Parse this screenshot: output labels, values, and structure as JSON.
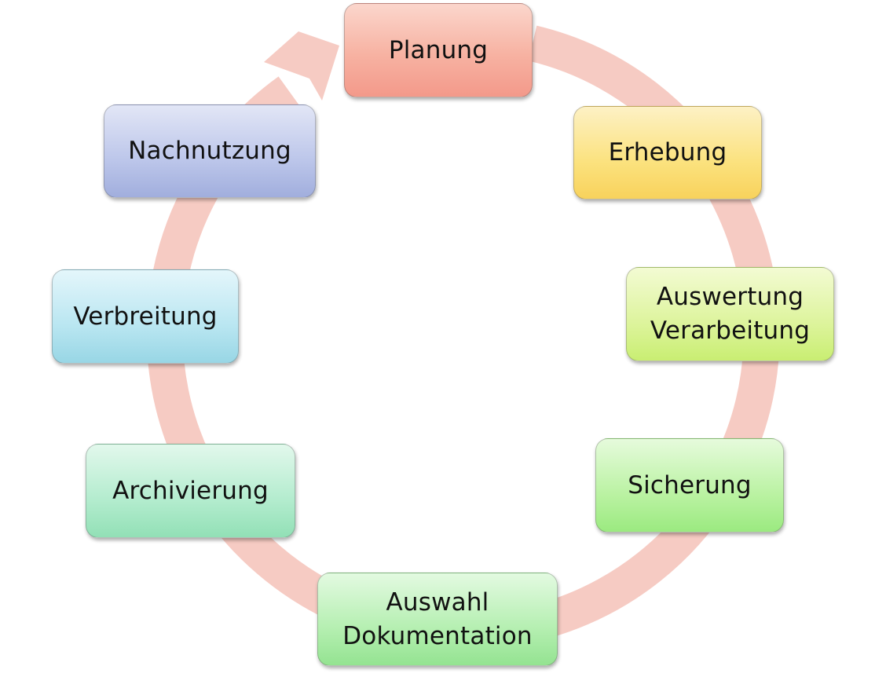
{
  "stages": [
    {
      "id": "planung",
      "label": "Planung"
    },
    {
      "id": "erhebung",
      "label": "Erhebung"
    },
    {
      "id": "auswertung",
      "label": "Auswertung\nVerarbeitung"
    },
    {
      "id": "sicherung",
      "label": "Sicherung"
    },
    {
      "id": "auswahl",
      "label": "Auswahl\nDokumentation"
    },
    {
      "id": "archivierung",
      "label": "Archivierung"
    },
    {
      "id": "verbreitung",
      "label": "Verbreitung"
    },
    {
      "id": "nachnutzung",
      "label": "Nachnutzung"
    }
  ],
  "colors": {
    "cycle_arrow": "#f6cbc3",
    "planung": "#f7b2a2",
    "erhebung": "#fbe27e",
    "auswertung": "#ddf49c",
    "sicherung": "#baf2a2",
    "auswahl": "#b5efb1",
    "archivierung": "#b3ecce",
    "verbreitung": "#b9e6f1",
    "nachnutzung": "#bcc6ea"
  }
}
